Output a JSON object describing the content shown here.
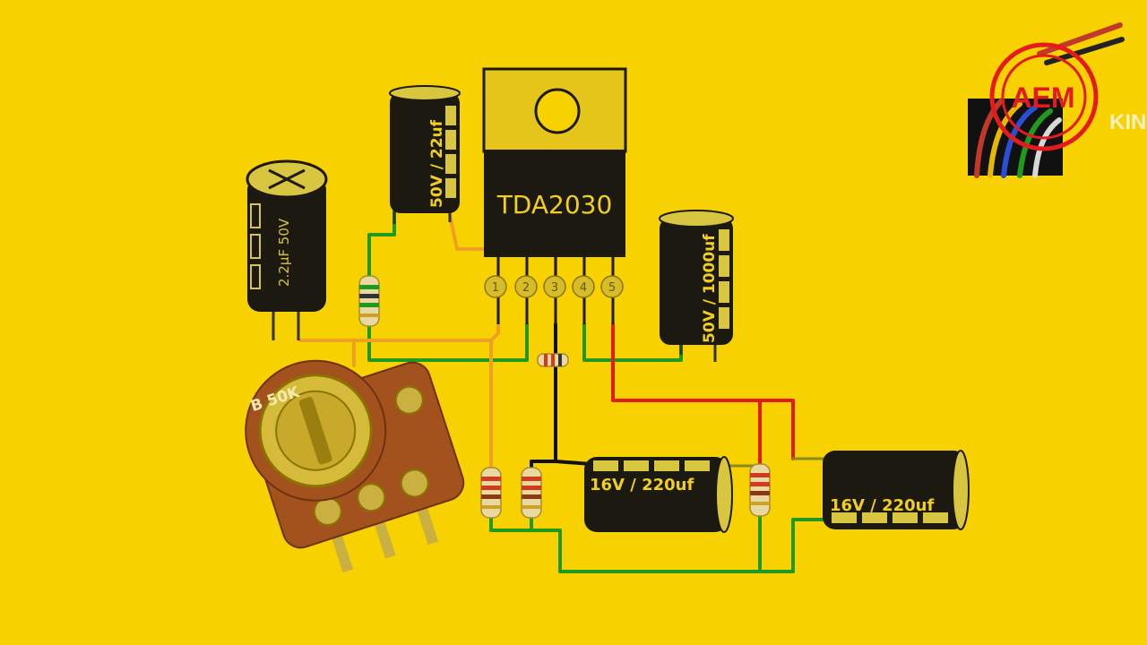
{
  "ic": {
    "label": "TDA2030",
    "pins": [
      "1",
      "2",
      "3",
      "4",
      "5"
    ]
  },
  "capacitors": {
    "c_input": "2.2µF 50V",
    "c_feedback": "50V / 22uf",
    "c_supply": "50V / 1000uf",
    "c_output_mid": "16V / 220uf",
    "c_output_right": "16V / 220uf"
  },
  "potentiometer": {
    "label": "B 50K"
  },
  "logo": {
    "text": "AEM",
    "side_text": "KIN"
  },
  "colors": {
    "background": "#f7d200",
    "component_body": "#1c1a10",
    "wire_green": "#1f9a1f",
    "wire_orange": "#f0a020",
    "wire_red": "#e21b1b",
    "wire_black": "#111111",
    "logo_red": "#e41b1b"
  }
}
